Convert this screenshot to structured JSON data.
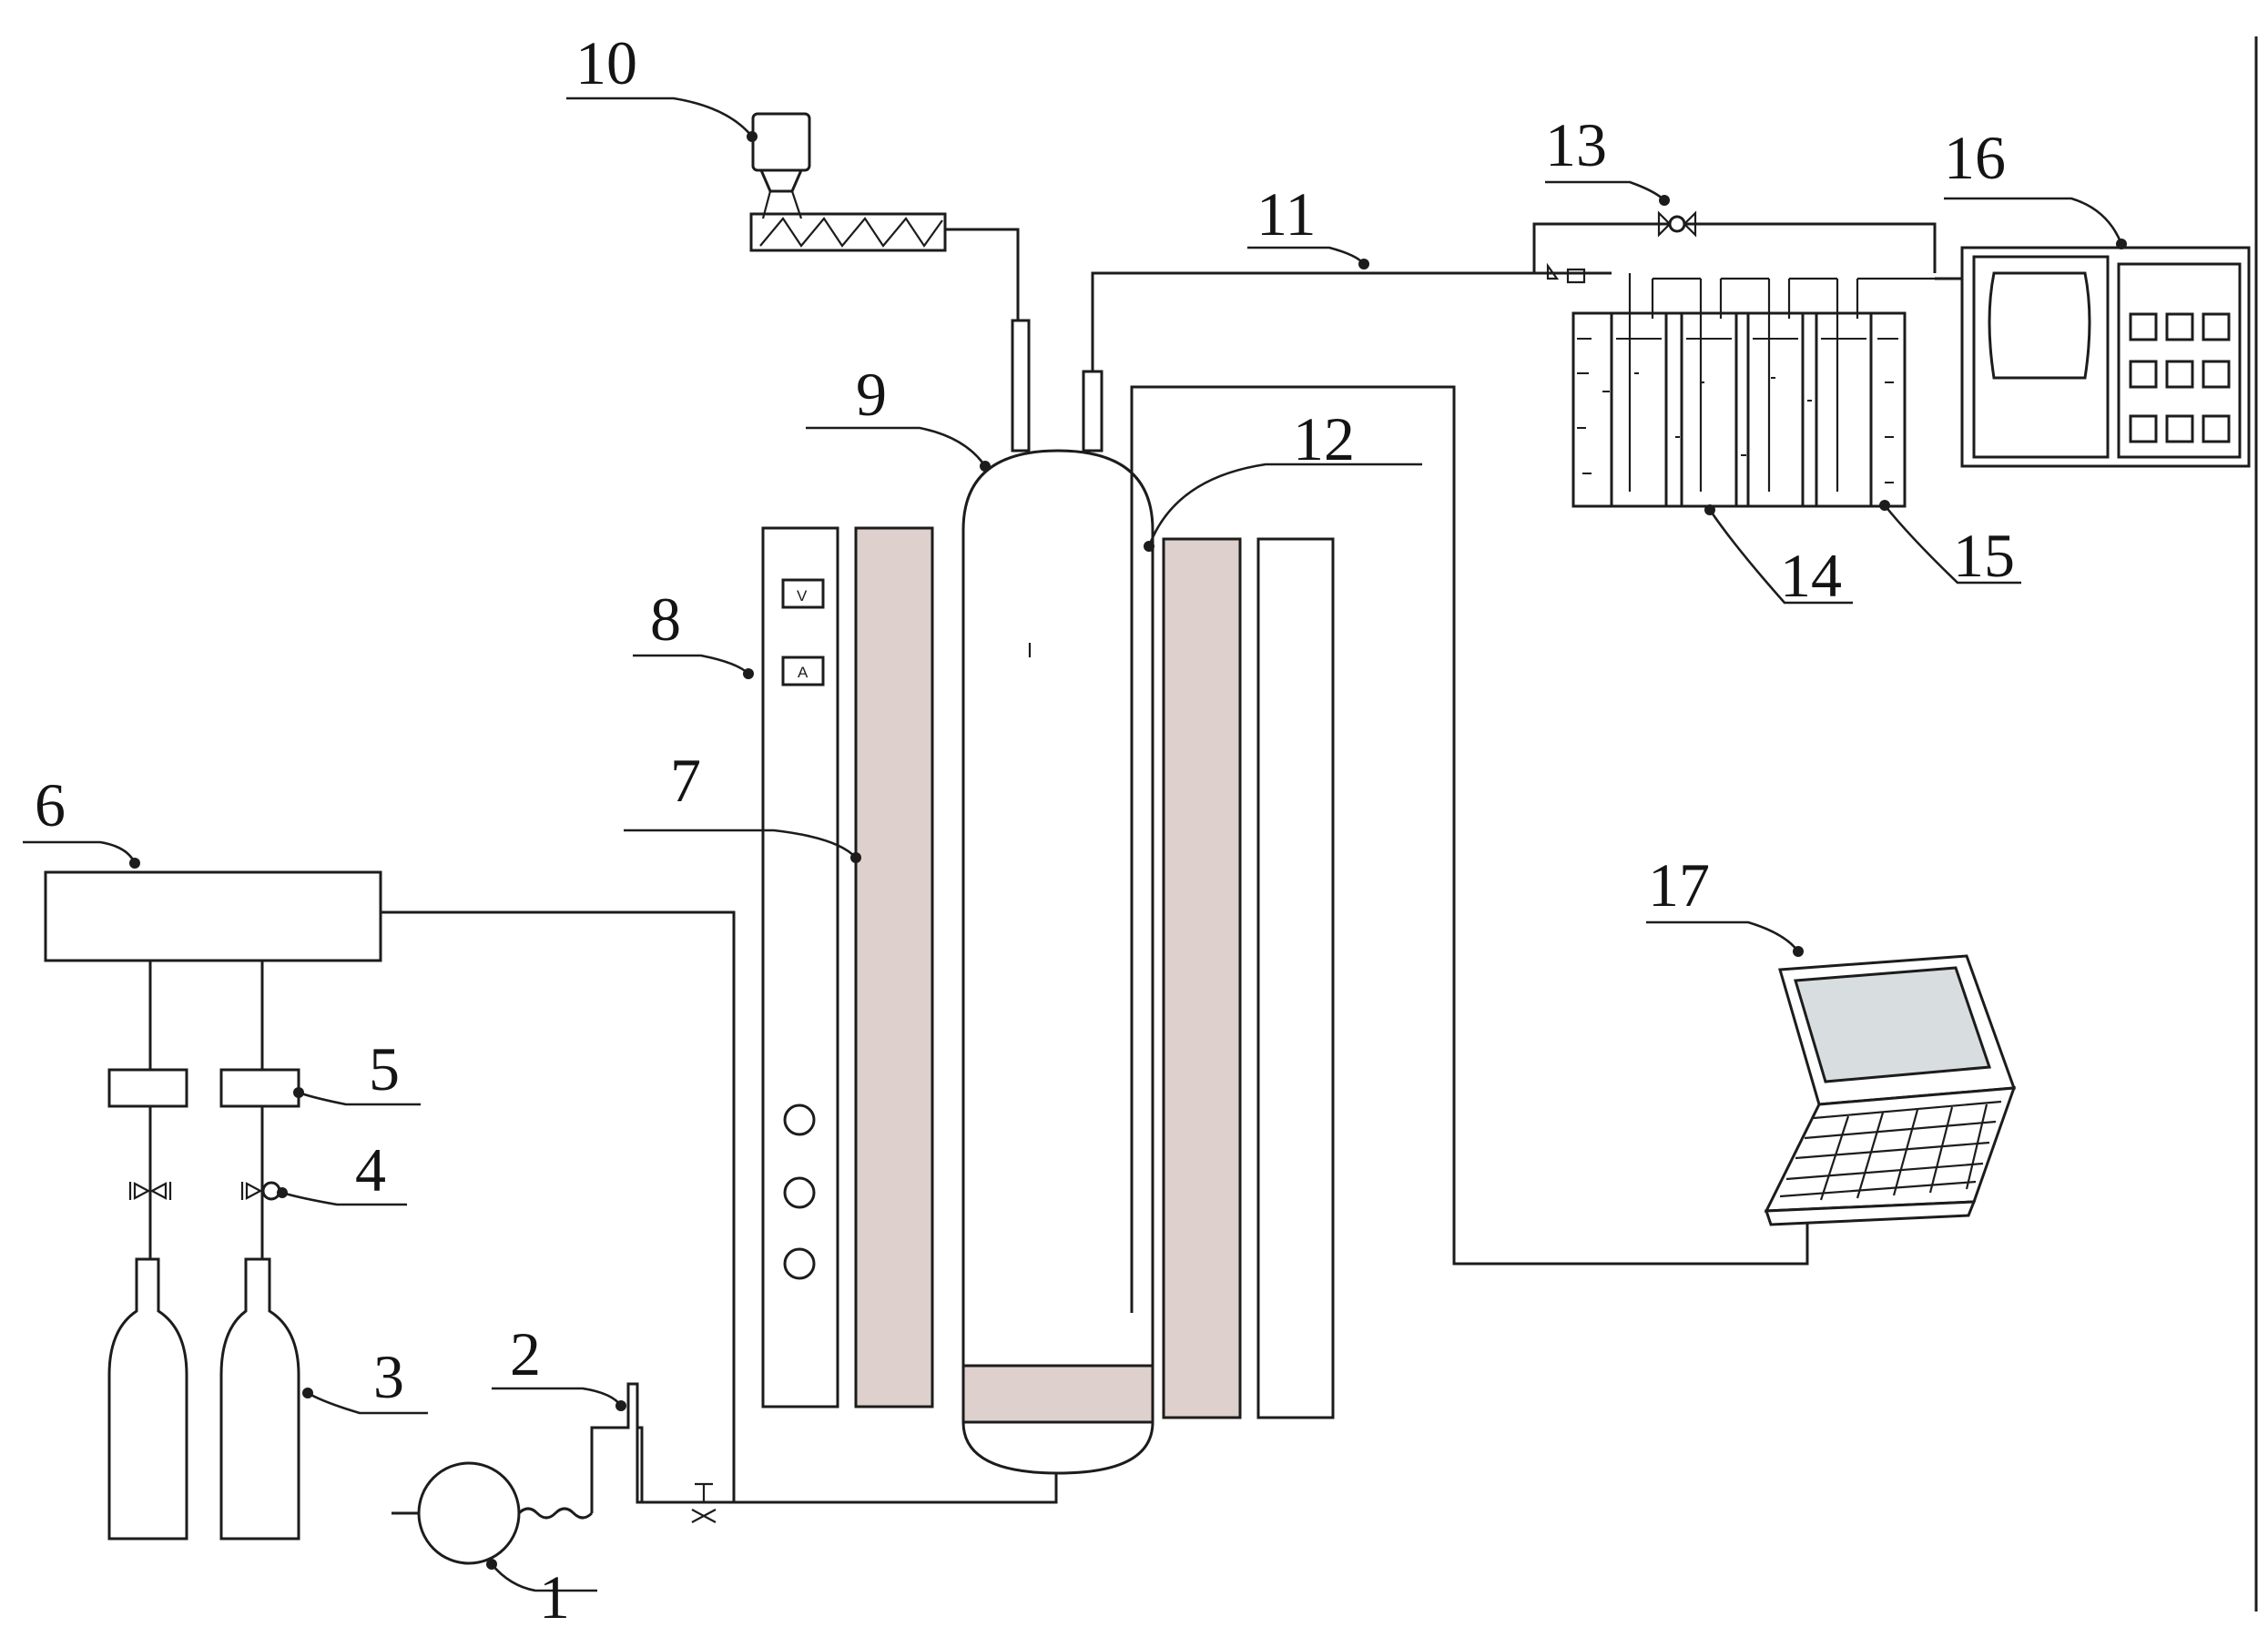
{
  "callouts": [
    "1",
    "2",
    "3",
    "4",
    "5",
    "6",
    "7",
    "8",
    "9",
    "10",
    "11",
    "12",
    "13",
    "14",
    "15",
    "16",
    "17"
  ],
  "panel_labels": {
    "voltmeter": "V",
    "ammeter": "A"
  },
  "colors": {
    "line": "#1c1c1c",
    "heater_fill": "#ddd0cd",
    "screen_fill": "#d8dde0"
  }
}
